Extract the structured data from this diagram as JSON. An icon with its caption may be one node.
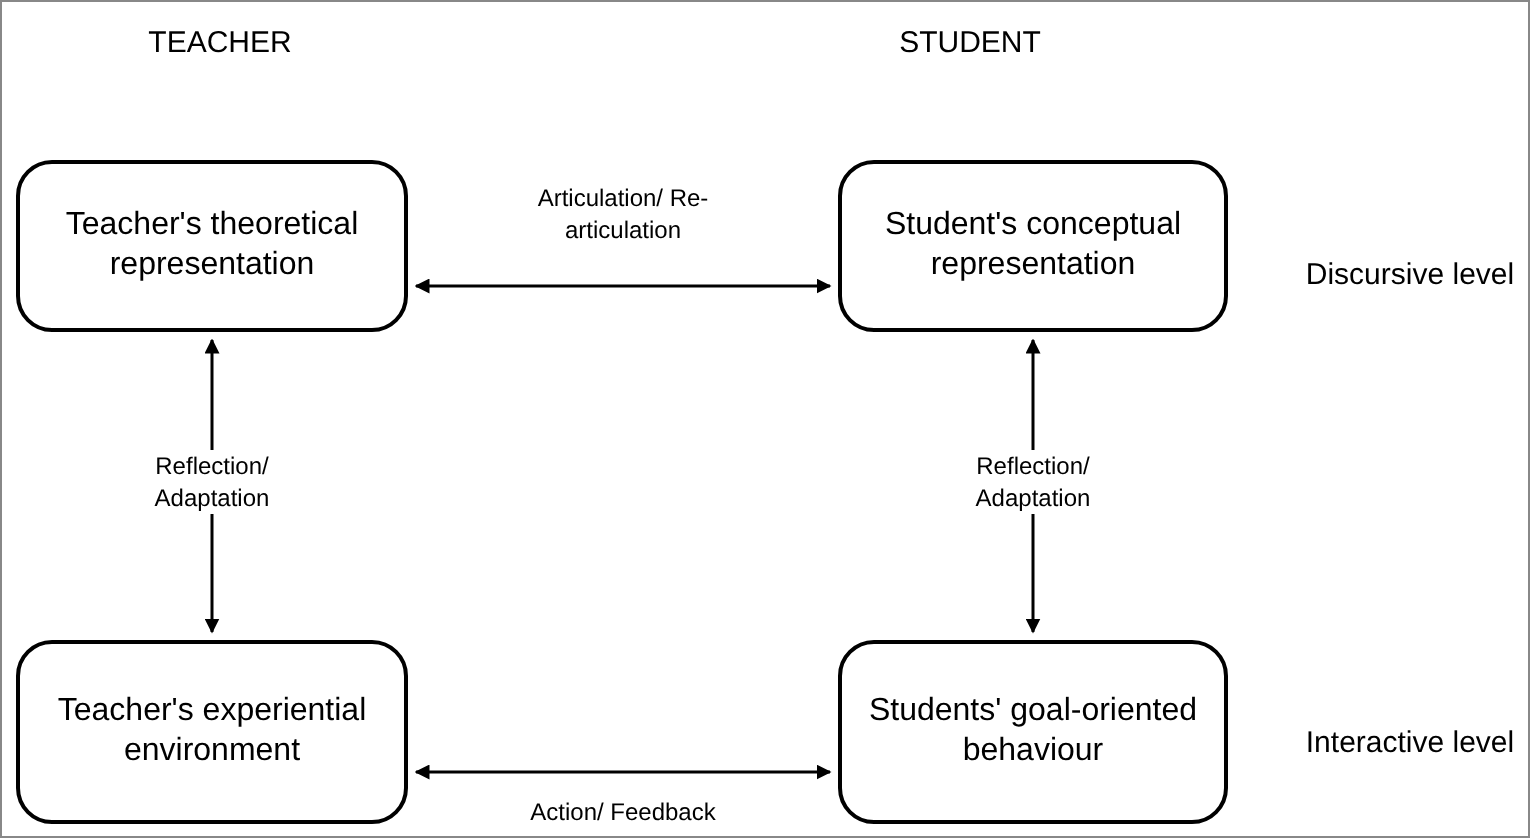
{
  "diagram": {
    "nodes": [
      {
        "text": [
          "Teacher's theoretical representation"
        ]
      },
      {
        "text": [
          "Student's conceptual representation"
        ]
      },
      {
        "text": [
          "Teacher's experiential environment"
        ]
      },
      {
        "text": [
          "Students' goal-oriented behaviour"
        ]
      }
    ],
    "edges": [
      {
        "from": 0,
        "to": 1,
        "arrow": "both",
        "label": "Articulation/ Re-articulation"
      },
      {
        "from": 0,
        "to": 2,
        "arrow": "both",
        "label": "Reflection/ Adaptation"
      },
      {
        "from": 1,
        "to": 3,
        "arrow": "both",
        "label": "Reflection/ Adaptation"
      },
      {
        "from": 2,
        "to": 3,
        "arrow": "both",
        "label": "Action/ Feedback"
      }
    ],
    "labels": [
      "TEACHER",
      "STUDENT",
      "Discursive level",
      "Interactive level"
    ]
  }
}
